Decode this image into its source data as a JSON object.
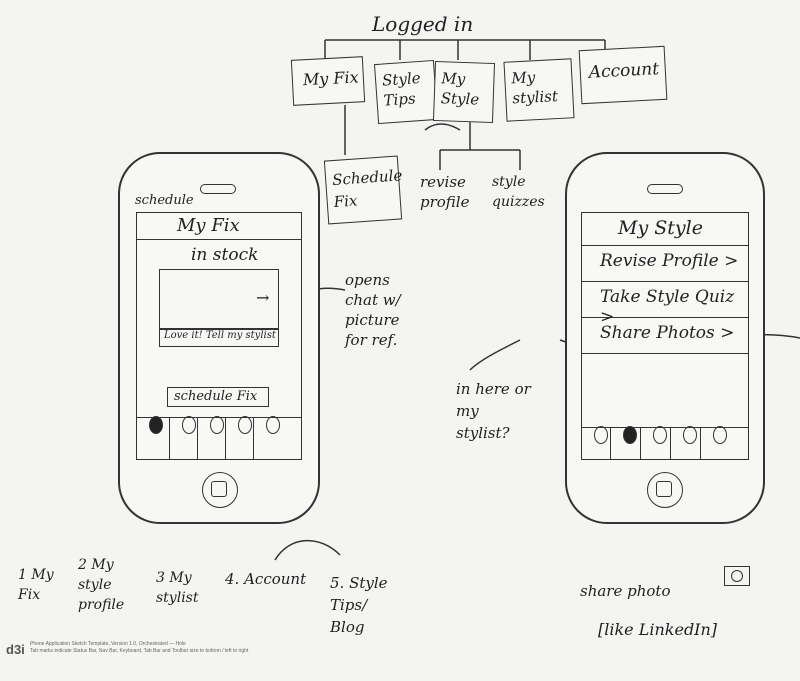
{
  "sitemap": {
    "root": "Logged in",
    "nodes": [
      "My Fix",
      "Style Tips",
      "My Style",
      "My stylist",
      "Account"
    ],
    "children_fix": "Schedule Fix",
    "children_style": [
      "revise profile",
      "style quizzes"
    ]
  },
  "phone1": {
    "schedule_note": "schedule",
    "title": "My Fix",
    "stock_label": "in stock",
    "arrow": "→",
    "love_label": "Love it! Tell my stylist",
    "schedule_button": "schedule Fix",
    "tabs": 5,
    "active_tab": 1
  },
  "note_chat": "opens chat w/ picture for ref.",
  "phone2": {
    "title": "My Style",
    "rows": [
      "Revise Profile >",
      "Take Style Quiz >",
      "Share Photos >"
    ],
    "active_tab": 2
  },
  "note_here": "in here or my stylist?",
  "bottom_list": [
    "1 My Fix",
    "2 My style profile",
    "3 My stylist",
    "4. Account",
    "5. Style Tips/ Blog"
  ],
  "share_note": "share photo",
  "linkedin_note": "[like LinkedIn]",
  "footer": {
    "brand": "d3i",
    "line1": "Phone Application Sketch Template, Version 1.0, Orchestrated — Hole",
    "line2": "Tab marks indicate Status Bar, Nav Bar, Keyboard, Tab Bar and Toolbar size to bottom / left to right"
  },
  "colors": {
    "ink": "#222222",
    "paper": "#f4f4f2"
  }
}
